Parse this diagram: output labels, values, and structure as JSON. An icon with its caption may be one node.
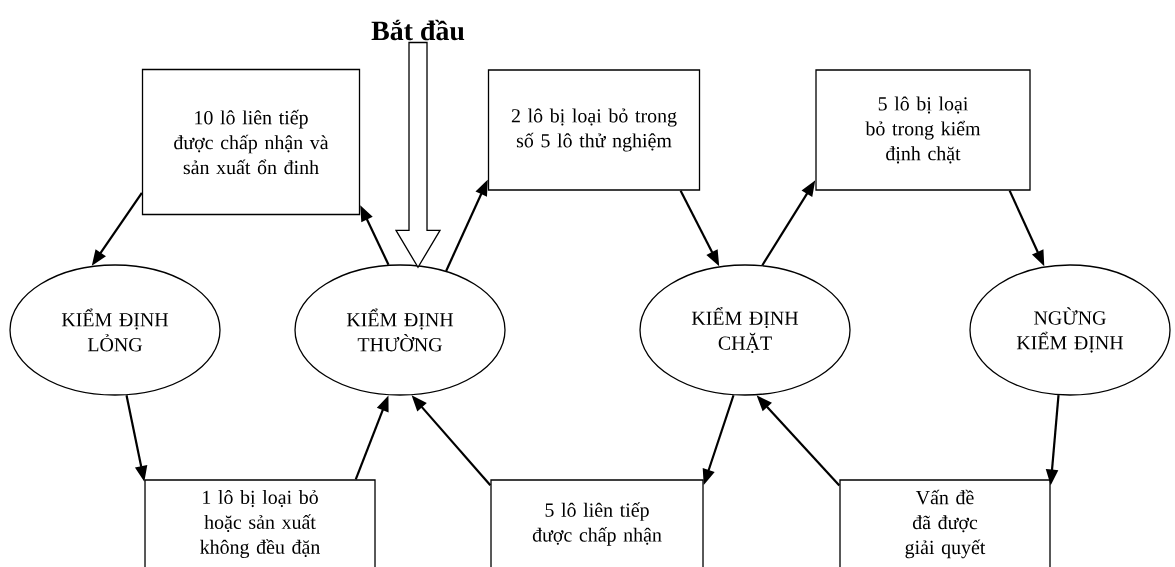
{
  "diagram": {
    "nodes": [
      {
        "text": [
          "Bắt đầu"
        ]
      },
      {
        "text": [
          "10 lô liên tiếp được chấp nhận và sản xuất ổn đinh"
        ]
      },
      {
        "text": [
          "2 lô bị loại bỏ trong số 5 lô thử nghiệm"
        ]
      },
      {
        "text": [
          "5 lô bị loại bỏ trong kiểm định chặt"
        ]
      },
      {
        "text": [
          "KIỂM ĐỊNH LỎNG"
        ]
      },
      {
        "text": [
          "KIỂM ĐỊNH THƯỜNG"
        ]
      },
      {
        "text": [
          "KIỂM ĐỊNH CHẶT"
        ]
      },
      {
        "text": [
          "NGỪNG KIỂM ĐỊNH"
        ]
      },
      {
        "text": [
          "1 lô bị loại bỏ hoặc sản xuất không đều đặn"
        ]
      },
      {
        "text": [
          "5 lô liên tiếp được chấp nhận"
        ]
      },
      {
        "text": [
          "Vấn đề đã được giải quyết"
        ]
      }
    ],
    "edges": [
      {
        "from": 0,
        "to": 5,
        "arrow": "to",
        "style": "thick"
      },
      {
        "from": 5,
        "to": 1,
        "arrow": "to"
      },
      {
        "from": 1,
        "to": 4,
        "arrow": "to"
      },
      {
        "from": 5,
        "to": 2,
        "arrow": "to"
      },
      {
        "from": 2,
        "to": 6,
        "arrow": "to"
      },
      {
        "from": 6,
        "to": 3,
        "arrow": "to"
      },
      {
        "from": 3,
        "to": 7,
        "arrow": "to"
      },
      {
        "from": 4,
        "to": 8,
        "arrow": "to"
      },
      {
        "from": 8,
        "to": 5,
        "arrow": "to"
      },
      {
        "from": 6,
        "to": 9,
        "arrow": "to"
      },
      {
        "from": 9,
        "to": 5,
        "arrow": "to"
      },
      {
        "from": 7,
        "to": 10,
        "arrow": "to"
      },
      {
        "from": 10,
        "to": 6,
        "arrow": "to"
      }
    ]
  }
}
